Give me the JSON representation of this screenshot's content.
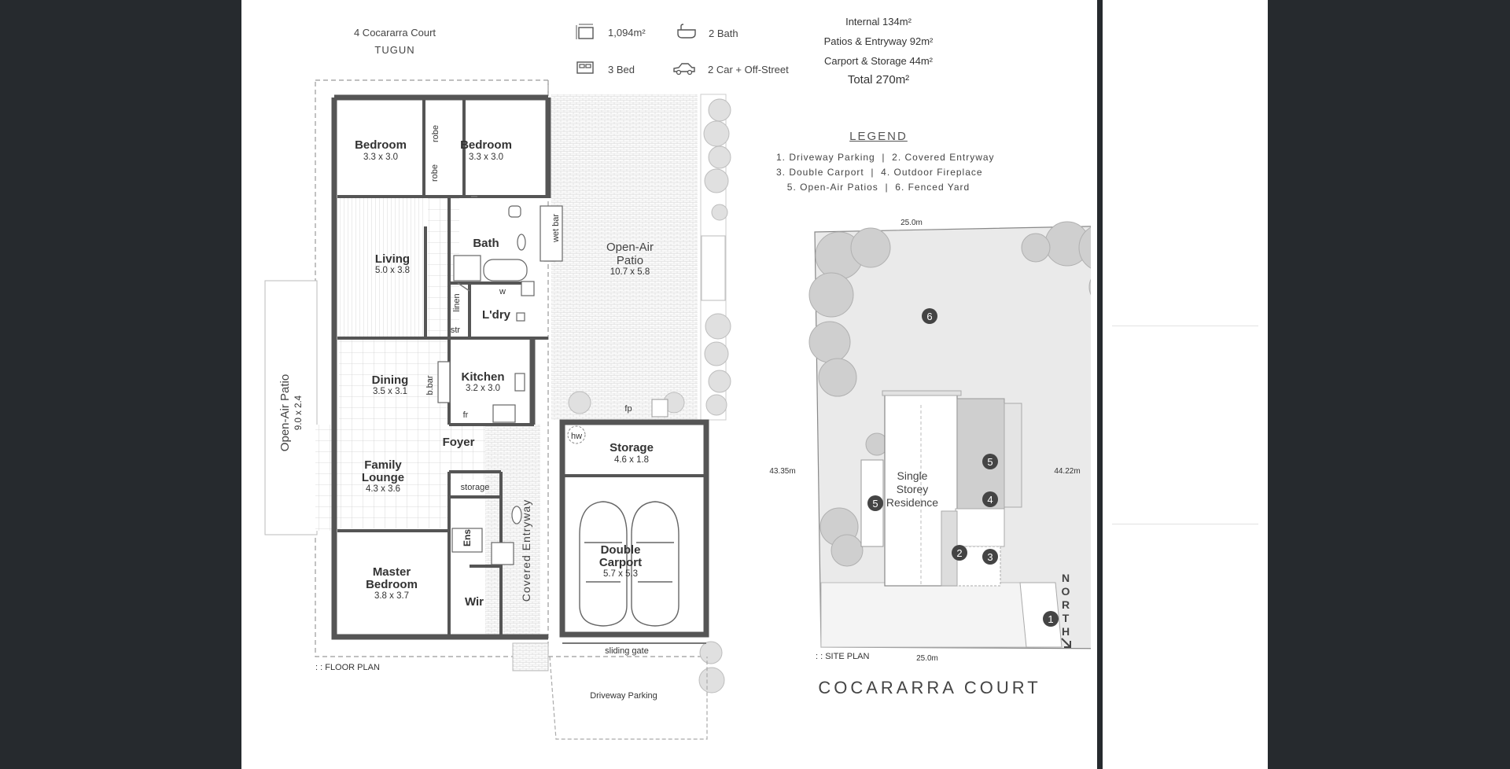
{
  "property": {
    "address_line1": "4 Cocararra Court",
    "address_line2": "TUGUN"
  },
  "features": {
    "land_area": "1,094m²",
    "bath": "2 Bath",
    "bed": "3 Bed",
    "car": "2 Car + Off-Street",
    "icons": [
      "land-area-icon",
      "bath-icon",
      "bed-icon",
      "car-icon"
    ]
  },
  "areas": {
    "internal": "Internal 134m²",
    "patios": "Patios & Entryway 92m²",
    "carport": "Carport & Storage 44m²",
    "total": "Total 270m²"
  },
  "legend": {
    "title": "LEGEND",
    "line1": "1. Driveway Parking  |  2. Covered Entryway",
    "line2": "3. Double Carport  |  4. Outdoor Fireplace",
    "line3": "5. Open-Air Patios  |  6. Fenced Yard"
  },
  "floor_plan": {
    "caption": ": : FLOOR PLAN",
    "rooms": {
      "bedroom1_name": "Bedroom",
      "bedroom1_dim": "3.3 x 3.0",
      "bedroom2_name": "Bedroom",
      "bedroom2_dim": "3.3 x 3.0",
      "robe1": "robe",
      "robe2": "robe",
      "living_name": "Living",
      "living_dim": "5.0 x 3.8",
      "bath_name": "Bath",
      "linen": "linen",
      "str": "str",
      "w": "w",
      "laundry_name": "L'dry",
      "wet_bar": "wet bar",
      "open_patio_name1": "Open-Air",
      "open_patio_name2": "Patio",
      "open_patio_dim": "10.7 x 5.8",
      "side_patio_name": "Open-Air Patio",
      "side_patio_dim": "9.0 x 2.4",
      "dining_name": "Dining",
      "dining_dim": "3.5 x 3.1",
      "bbar": "b.bar",
      "kitchen_name": "Kitchen",
      "kitchen_dim": "3.2 x 3.0",
      "fr": "fr",
      "fp": "fp",
      "hw": "hw",
      "foyer_name": "Foyer",
      "family_name1": "Family",
      "family_name2": "Lounge",
      "family_dim": "4.3 x 3.6",
      "storage_small": "storage",
      "ens": "Ens",
      "storage_name": "Storage",
      "storage_dim": "4.6 x 1.8",
      "covered_entryway": "Covered Entryway",
      "carport_name1": "Double",
      "carport_name2": "Carport",
      "carport_dim": "5.7 x 5.3",
      "master_name1": "Master",
      "master_name2": "Bedroom",
      "master_dim": "3.8 x 3.7",
      "wir": "Wir",
      "sliding_gate": "sliding gate",
      "driveway_parking": "Driveway Parking"
    }
  },
  "site_plan": {
    "caption": ": : SITE PLAN",
    "top_dim": "25.0m",
    "bottom_dim": "25.0m",
    "left_dim": "43.35m",
    "right_dim": "44.22m",
    "residence1": "Single",
    "residence2": "Storey",
    "residence3": "Residence",
    "markers": [
      "1",
      "2",
      "3",
      "4",
      "5",
      "5",
      "6"
    ],
    "north": [
      "N",
      "O",
      "R",
      "T",
      "H"
    ],
    "street_name": "COCARARRA COURT"
  },
  "colors": {
    "background": "#262a2e",
    "sheet": "#ffffff",
    "wall": "#555555",
    "marker": "#444444"
  }
}
